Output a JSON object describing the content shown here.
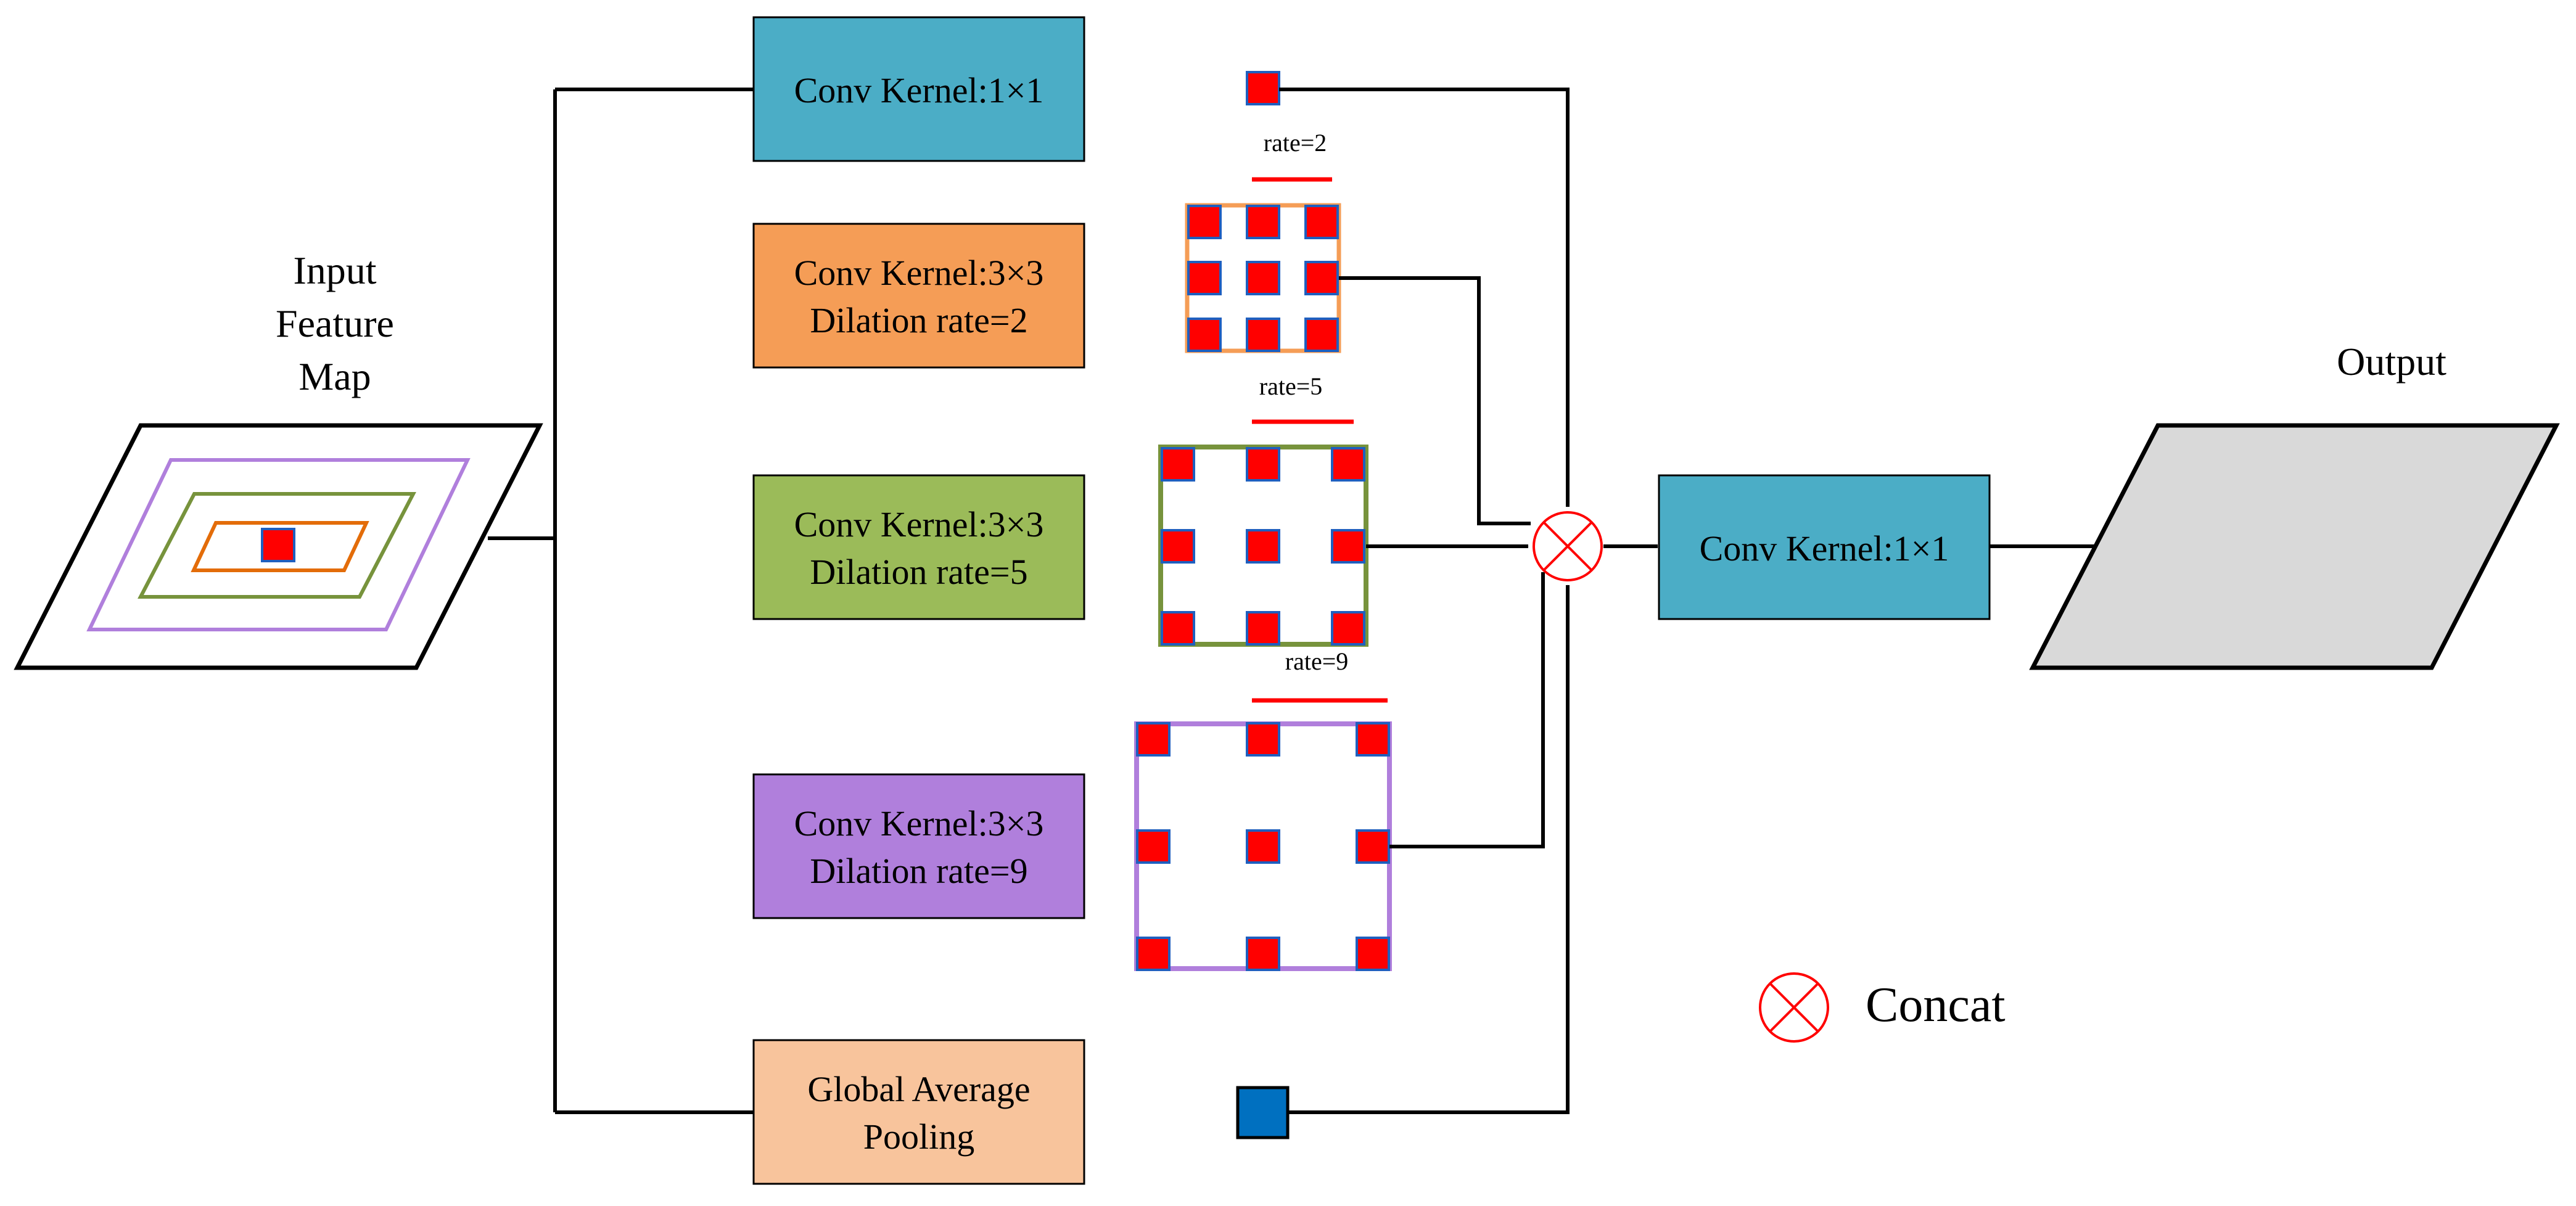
{
  "input": {
    "line1": "Input",
    "line2": "Feature",
    "line3": "Map"
  },
  "branches": {
    "conv1x1": {
      "line1": "Conv Kernel:1×1",
      "color": "#4badc6"
    },
    "dil2": {
      "line1": "Conv Kernel:3×3",
      "line2": "Dilation rate=2",
      "color": "#f59d56"
    },
    "dil5": {
      "line1": "Conv Kernel:3×3",
      "line2": "Dilation rate=5",
      "color": "#9bbb59"
    },
    "dil9": {
      "line1": "Conv Kernel:3×3",
      "line2": "Dilation rate=9",
      "color": "#b07fdc"
    },
    "gap": {
      "line1": "Global Average",
      "line2": "Pooling",
      "color": "#f8c49c"
    }
  },
  "rates": {
    "r2": "rate=2",
    "r5": "rate=5",
    "r9": "rate=9"
  },
  "output_conv": {
    "label": "Conv Kernel:1×1",
    "color": "#4badc6"
  },
  "output": {
    "label": "Output",
    "color": "#d9d9d9"
  },
  "legend": {
    "concat_label": "Concat"
  },
  "colors": {
    "kernel_cell": "#ff0000",
    "kernel_cell_border": "#1f5fbf",
    "pooling_cell": "#0070c0",
    "rate_arrow": "#ff0000",
    "concat_symbol": "#ff0000",
    "ring_outer": "#b07fdc",
    "ring_middle": "#77933c",
    "ring_inner": "#e36c09"
  }
}
